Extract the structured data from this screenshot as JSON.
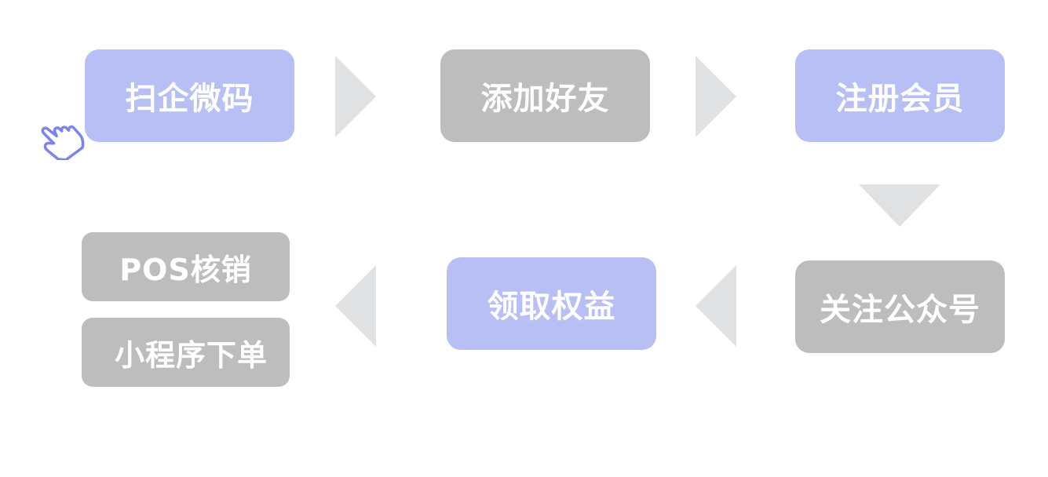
{
  "colors": {
    "accent": "#b8bff5",
    "neutral": "#bdbdbd",
    "arrow": "#e0e1e3",
    "hand_stroke": "#7b83ee"
  },
  "steps": [
    {
      "label": "扫企微码",
      "tone": "accent"
    },
    {
      "label": "添加好友",
      "tone": "neutral"
    },
    {
      "label": "注册会员",
      "tone": "accent"
    },
    {
      "label": "关注公众号",
      "tone": "neutral"
    },
    {
      "label": "领取权益",
      "tone": "accent"
    },
    {
      "label": "POS核销",
      "tone": "neutral"
    },
    {
      "label": "小程序下单",
      "tone": "neutral"
    }
  ],
  "icons": {
    "pointer": "hand-pointer-icon"
  }
}
